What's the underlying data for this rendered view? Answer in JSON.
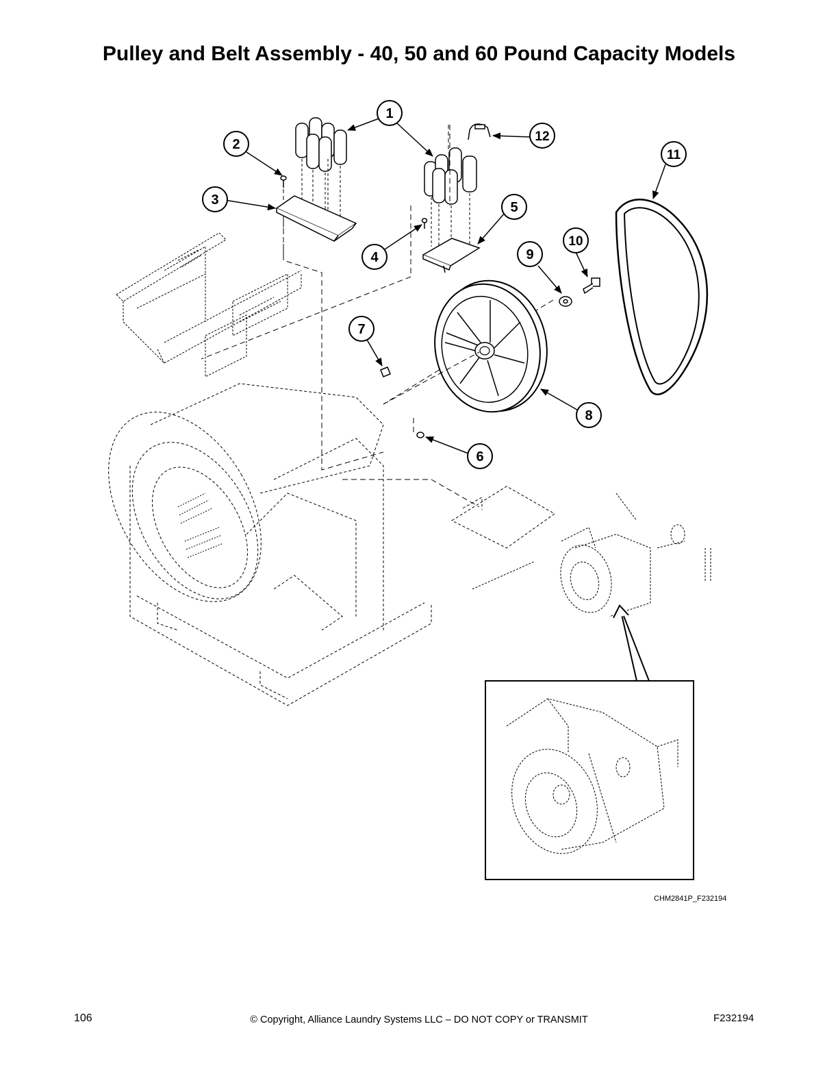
{
  "page": {
    "title": "Pulley and Belt Assembly - 40, 50 and 60 Pound Capacity Models",
    "figure_code": "CHM2841P_F232194",
    "page_number": "106",
    "copyright": "© Copyright, Alliance Laundry Systems LLC – DO NOT COPY or TRANSMIT",
    "document_code": "F232194"
  },
  "callouts": [
    {
      "id": "1",
      "label": "1"
    },
    {
      "id": "2",
      "label": "2"
    },
    {
      "id": "3",
      "label": "3"
    },
    {
      "id": "4",
      "label": "4"
    },
    {
      "id": "5",
      "label": "5"
    },
    {
      "id": "6",
      "label": "6"
    },
    {
      "id": "7",
      "label": "7"
    },
    {
      "id": "8",
      "label": "8"
    },
    {
      "id": "9",
      "label": "9"
    },
    {
      "id": "10",
      "label": "10"
    },
    {
      "id": "11",
      "label": "11"
    },
    {
      "id": "12",
      "label": "12"
    }
  ]
}
